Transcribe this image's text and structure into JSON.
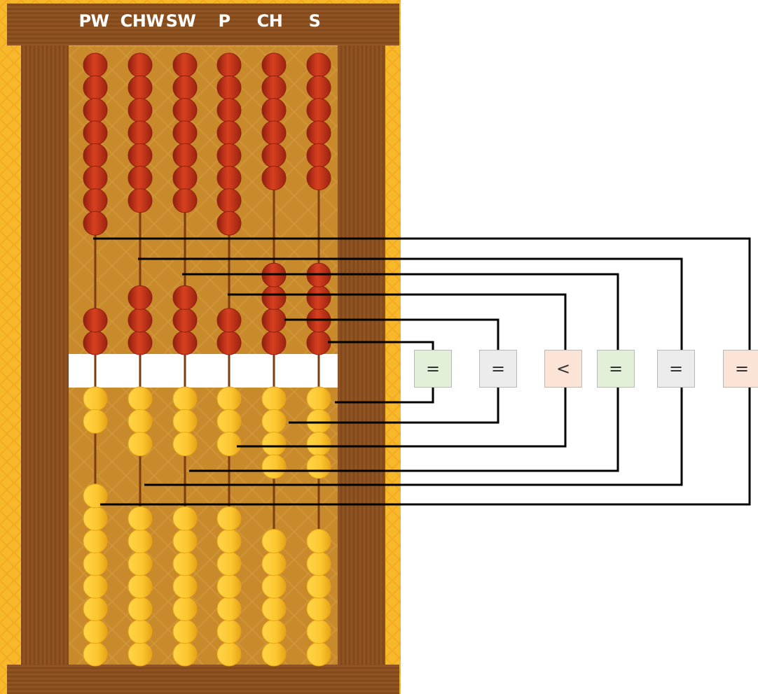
{
  "columns": [
    {
      "label": "PW",
      "top_rest": 8,
      "top_lower": 2,
      "bot_upper": 2,
      "bot_lower": 8
    },
    {
      "label": "CHW",
      "top_rest": 7,
      "top_lower": 3,
      "bot_upper": 3,
      "bot_lower": 7
    },
    {
      "label": "SW",
      "top_rest": 7,
      "top_lower": 3,
      "bot_upper": 3,
      "bot_lower": 7
    },
    {
      "label": "P",
      "top_rest": 8,
      "top_lower": 2,
      "bot_upper": 3,
      "bot_lower": 7
    },
    {
      "label": "CH",
      "top_rest": 6,
      "top_lower": 4,
      "bot_upper": 4,
      "bot_lower": 6
    },
    {
      "label": "S",
      "top_rest": 6,
      "top_lower": 4,
      "bot_upper": 4,
      "bot_lower": 6
    }
  ],
  "comparisons": [
    {
      "symbol": "=",
      "color": "#e3f0d9"
    },
    {
      "symbol": "=",
      "color": "#ececec"
    },
    {
      "symbol": "<",
      "color": "#fbe3d6"
    },
    {
      "symbol": "=",
      "color": "#e3f0d9"
    },
    {
      "symbol": "=",
      "color": "#ececec"
    },
    {
      "symbol": "=",
      "color": "#fbe3d6"
    }
  ],
  "colors": {
    "frame": "#8a4f1f",
    "frame_dark": "#6a3a16",
    "board": "#c98a2c",
    "outer": "#f7b82a",
    "rod": "#7a3d12",
    "red_bead": "#c8331a",
    "red_bead_dark": "#8f1f0e",
    "yellow_bead": "#fcc62f",
    "yellow_bead_dark": "#e6a317",
    "divider": "#ffffff",
    "wire": "#000000"
  }
}
